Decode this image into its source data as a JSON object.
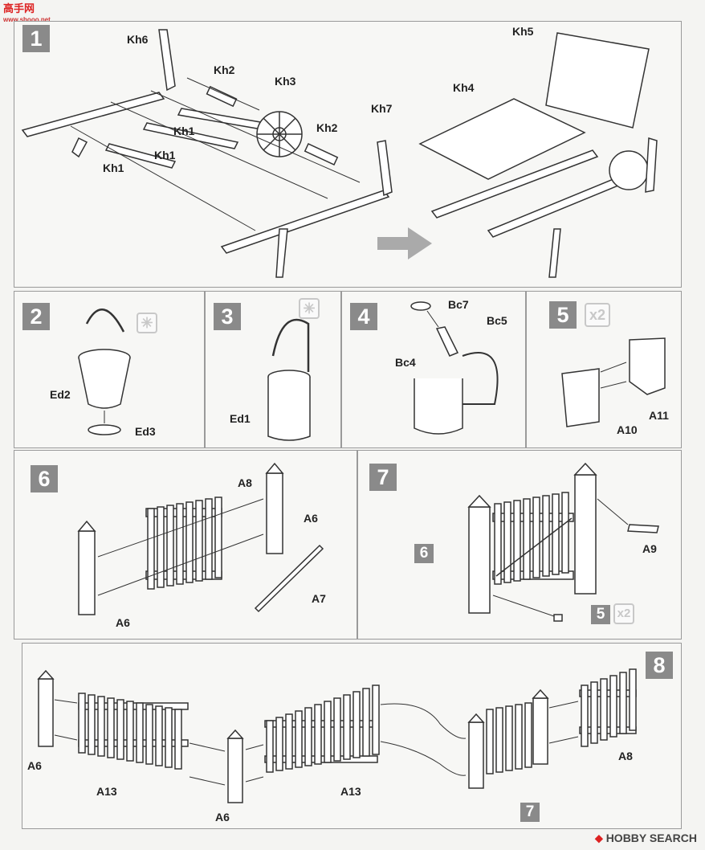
{
  "logo": {
    "chars": "高手网",
    "url": "www.shooo.net"
  },
  "watermark": {
    "text": "HOBBY SEARCH"
  },
  "steps": [
    {
      "id": "1",
      "labels": [
        "Kh6",
        "Kh2",
        "Kh3",
        "Kh2",
        "Kh7",
        "Kh1",
        "Kh1",
        "Kh1",
        "Kh5",
        "Kh4"
      ]
    },
    {
      "id": "2",
      "labels": [
        "Ed2",
        "Ed3"
      ],
      "icon": "glue-icon"
    },
    {
      "id": "3",
      "labels": [
        "Ed1"
      ],
      "icon": "glue-icon"
    },
    {
      "id": "4",
      "labels": [
        "Bc7",
        "Bc5",
        "Bc4"
      ]
    },
    {
      "id": "5",
      "multiplier": "x2",
      "labels": [
        "A11",
        "A10"
      ]
    },
    {
      "id": "6",
      "labels": [
        "A8",
        "A6",
        "A7",
        "A6"
      ]
    },
    {
      "id": "7",
      "labels": [
        "A9"
      ],
      "refs": [
        "6",
        "5"
      ],
      "ref_mult": "x2"
    },
    {
      "id": "8",
      "labels": [
        "A6",
        "A13",
        "A6",
        "A13",
        "A8"
      ],
      "refs": [
        "7"
      ]
    }
  ],
  "colors": {
    "panel_border": "#9a9a9a",
    "step_badge": "#8a8a8a",
    "line": "#333333"
  }
}
